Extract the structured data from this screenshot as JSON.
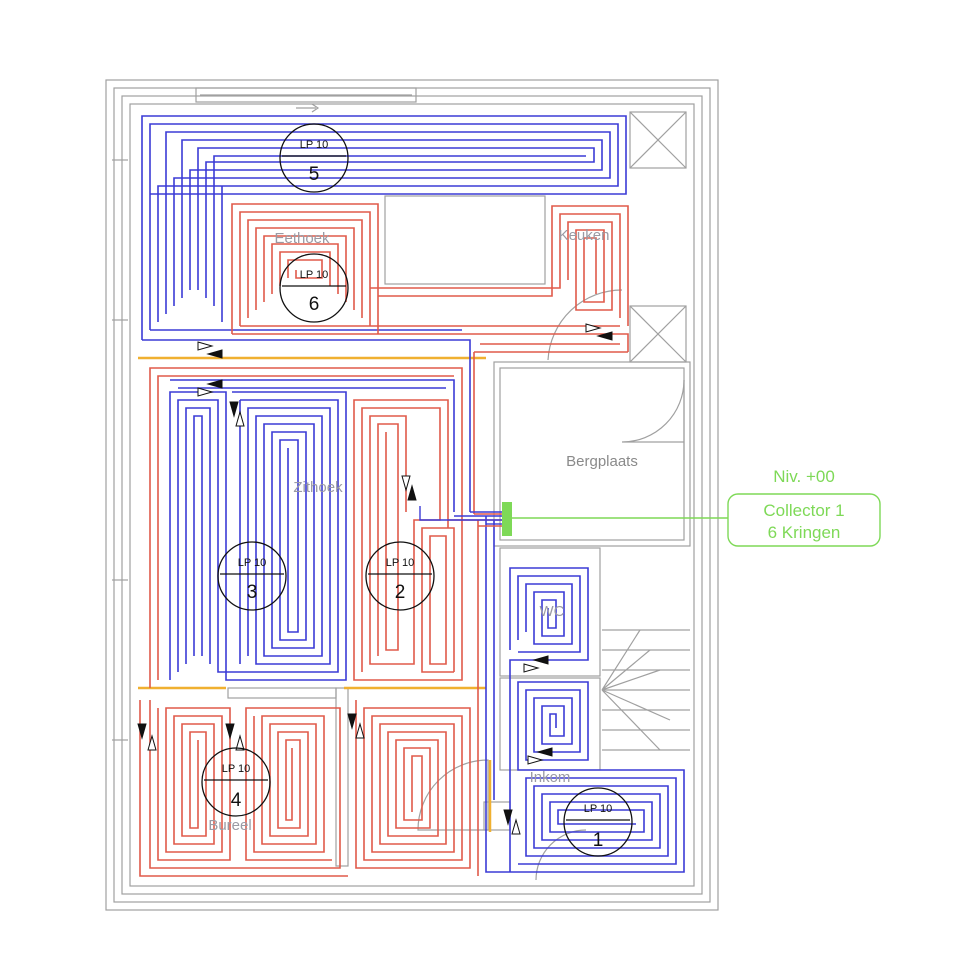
{
  "rooms": {
    "eethoek": "Eethoek",
    "keuken": "Keuken",
    "zithoek": "Zithoek",
    "bergplaats": "Bergplaats",
    "wc": "WC",
    "inkom": "Inkom",
    "bureel": "Bureel"
  },
  "loops": [
    {
      "id": "1",
      "label": "LP 10"
    },
    {
      "id": "2",
      "label": "LP 10"
    },
    {
      "id": "3",
      "label": "LP 10"
    },
    {
      "id": "4",
      "label": "LP 10"
    },
    {
      "id": "5",
      "label": "LP 10"
    },
    {
      "id": "6",
      "label": "LP 10"
    }
  ],
  "collector": {
    "level": "Niv. +00",
    "line1": "Collector 1",
    "line2": "6 Kringen"
  },
  "colors": {
    "supply": "#3b3bd6",
    "return": "#e05a4a",
    "collector": "#7ed957",
    "separator": "#f0b030",
    "wall": "#a0a0a0"
  }
}
